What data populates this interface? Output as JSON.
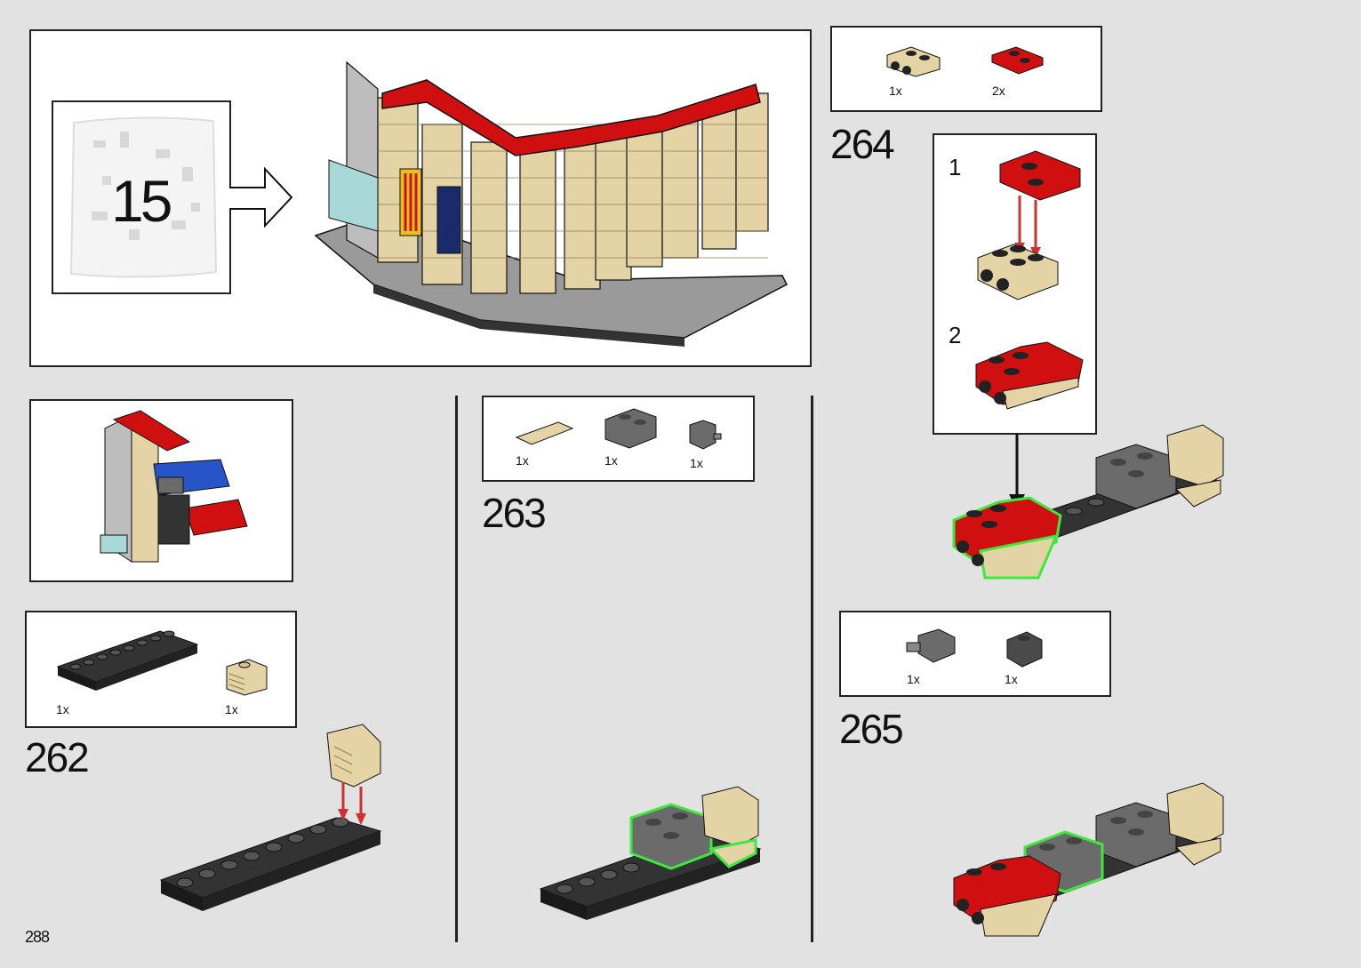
{
  "bag": {
    "number": "15"
  },
  "steps": {
    "s262": {
      "number": "262",
      "parts": [
        {
          "name": "black-plate-2x8",
          "qty": "1x"
        },
        {
          "name": "tan-brick-1x2-grille",
          "qty": "1x"
        }
      ]
    },
    "s263": {
      "number": "263",
      "parts": [
        {
          "name": "tan-tile-1x3",
          "qty": "1x"
        },
        {
          "name": "dark-gray-brick-2x2-corner",
          "qty": "1x"
        },
        {
          "name": "dark-gray-brick-1x1-clip",
          "qty": "1x"
        }
      ]
    },
    "s264": {
      "number": "264",
      "parts": [
        {
          "name": "tan-brick-modified",
          "qty": "1x"
        },
        {
          "name": "red-plate-2x2",
          "qty": "2x"
        }
      ],
      "substeps": [
        "1",
        "2"
      ]
    },
    "s265": {
      "number": "265",
      "parts": [
        {
          "name": "dark-gray-brick-clip",
          "qty": "1x"
        },
        {
          "name": "dark-gray-brick-round",
          "qty": "1x"
        }
      ]
    }
  },
  "page_number": "288",
  "colors": {
    "background": "#e2e2e2",
    "red": "#d01010",
    "tan": "#e4d3a5",
    "dark_gray": "#6b6b6b",
    "black": "#2a2a2a",
    "highlight": "#3ee83e",
    "arrow_red": "#d23030"
  }
}
